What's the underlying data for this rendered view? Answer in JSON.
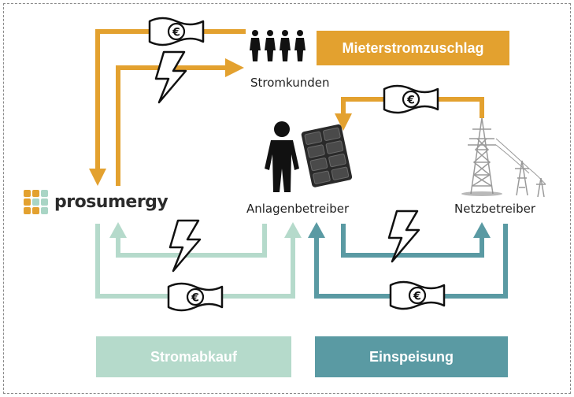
{
  "labels": {
    "stromkunden": "Stromkunden",
    "anlagenbetreiber": "Anlagenbetreiber",
    "netzbetreiber": "Netzbetreiber"
  },
  "boxes": {
    "mieterstromzuschlag": "Mieterstromzuschlag",
    "stromabkauf": "Stromabkauf",
    "einspeisung": "Einspeisung"
  },
  "logo": {
    "text": "prosumergy"
  },
  "currency_symbol": "€",
  "colors": {
    "orange": "#E3A12F",
    "light_green": "#B5DACB",
    "teal": "#5A9AA3",
    "dark": "#1a1a1a",
    "logo_orange": "#E3A12F",
    "logo_green": "#A9D5C5"
  },
  "icons": [
    "euro-banknote-icon",
    "lightning-bolt-icon",
    "people-group-icon",
    "person-icon",
    "solar-panel-icon",
    "power-pylon-icon"
  ]
}
